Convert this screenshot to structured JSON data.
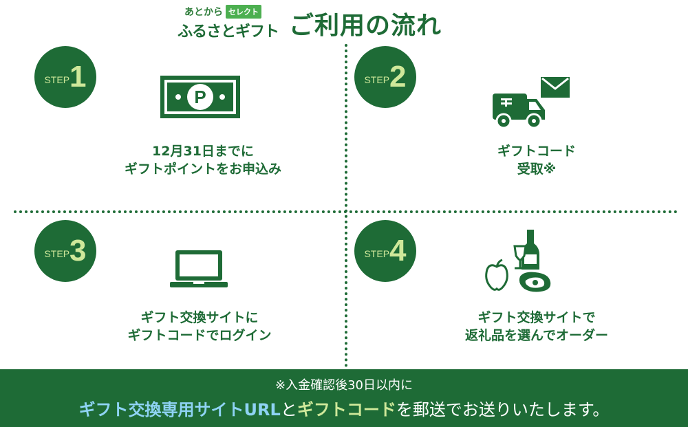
{
  "header": {
    "logo_small": "あとから",
    "logo_badge": "セレクト",
    "logo_main": "ふるさとギフト",
    "title": "ご利用の流れ"
  },
  "steps": [
    {
      "word": "STEP",
      "num": "1",
      "line1": "12月31日までに",
      "line2": "ギフトポイントをお申込み",
      "icon": "banknote-icon",
      "icon_letter": "P"
    },
    {
      "word": "STEP",
      "num": "2",
      "line1": "ギフトコード",
      "line2": "受取※",
      "icon": "delivery-truck-icon"
    },
    {
      "word": "STEP",
      "num": "3",
      "line1": "ギフト交換サイトに",
      "line2": "ギフトコードでログイン",
      "icon": "laptop-icon"
    },
    {
      "word": "STEP",
      "num": "4",
      "line1": "ギフト交換サイトで",
      "line2": "返礼品を選んでオーダー",
      "icon": "gift-goods-icon"
    }
  ],
  "footer": {
    "note": "※入金確認後30日以内に",
    "part1": "ギフト交換専用サイトURL",
    "part2": "と",
    "part3": "ギフトコード",
    "part4": "を郵送でお送りいたします。"
  },
  "colors": {
    "primary": "#1e6b36",
    "accent_green": "#cfe89a",
    "accent_blue": "#8fd3f4"
  }
}
